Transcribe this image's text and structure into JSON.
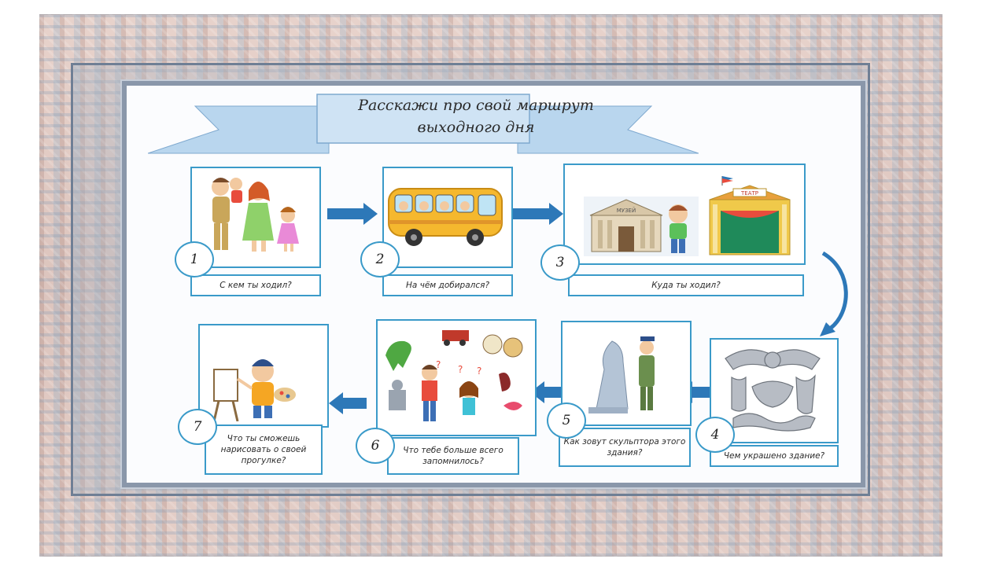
{
  "title": {
    "line1": "Расскажи про свой маршрут",
    "line2": "выходного дня"
  },
  "steps": [
    {
      "number": "1",
      "caption": "С кем ты ходил?"
    },
    {
      "number": "2",
      "caption": "На чём добирался?"
    },
    {
      "number": "3",
      "caption": "Куда ты ходил?"
    },
    {
      "number": "4",
      "caption": "Чем украшено здание?"
    },
    {
      "number": "5",
      "caption": "Как зовут скульптора этого здания?"
    },
    {
      "number": "6",
      "caption": "Что тебе больше всего запомнилось?"
    },
    {
      "number": "7",
      "caption": "Что ты сможешь нарисовать о своей прогулке?"
    }
  ],
  "signs": {
    "museum": "МУЗЕЙ",
    "theatre": "ТЕАТР"
  },
  "colors": {
    "card_border": "#3a9ac9",
    "arrow": "#2d78b8",
    "ribbon": "#b9d6ee"
  },
  "icons": [
    "family",
    "bus",
    "museum",
    "boy",
    "theatre",
    "ornament",
    "sculpture",
    "toys",
    "painter"
  ]
}
